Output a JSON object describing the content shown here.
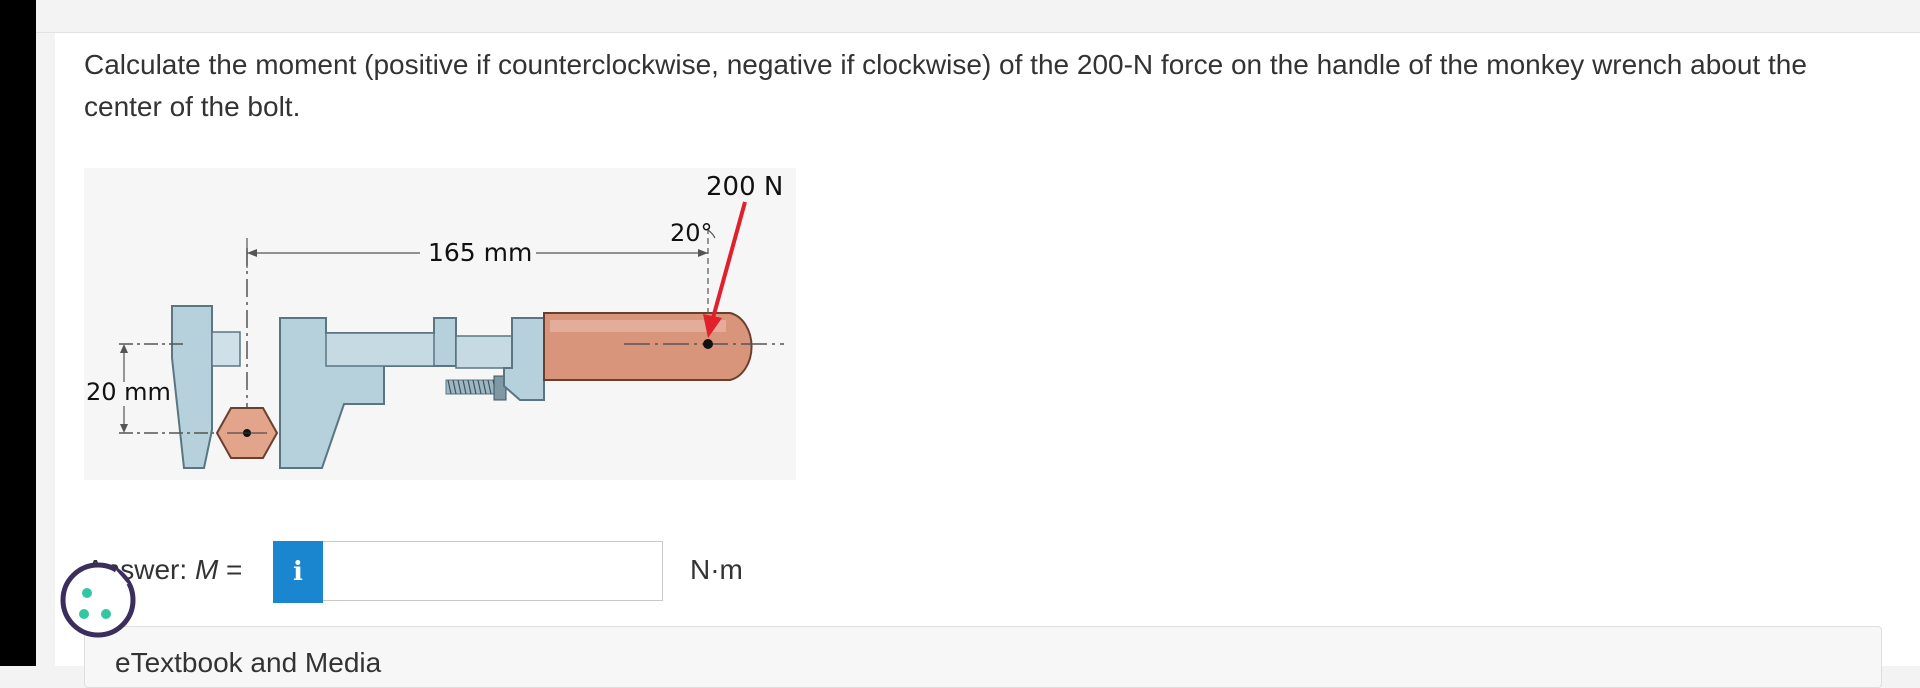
{
  "question": {
    "text": "Calculate the moment (positive if counterclockwise, negative if clockwise) of the 200-N force on the handle of the monkey wrench about the center of the bolt."
  },
  "figure": {
    "force_label": "200 N",
    "angle_label": "20°",
    "length_label": "165 mm",
    "offset_label": "20 mm",
    "colors": {
      "wrench": "#b6d0dc",
      "wrench_dark": "#8aa9b8",
      "handle": "#d9957c",
      "nut": "#e3a48c",
      "force_arrow": "#e0202a"
    }
  },
  "answer": {
    "label": "Answer: ",
    "variable": "M",
    "equals": " =",
    "info_icon_glyph": "i",
    "input_value": "",
    "unit": "N·m"
  },
  "media": {
    "label": "eTextbook and Media"
  }
}
